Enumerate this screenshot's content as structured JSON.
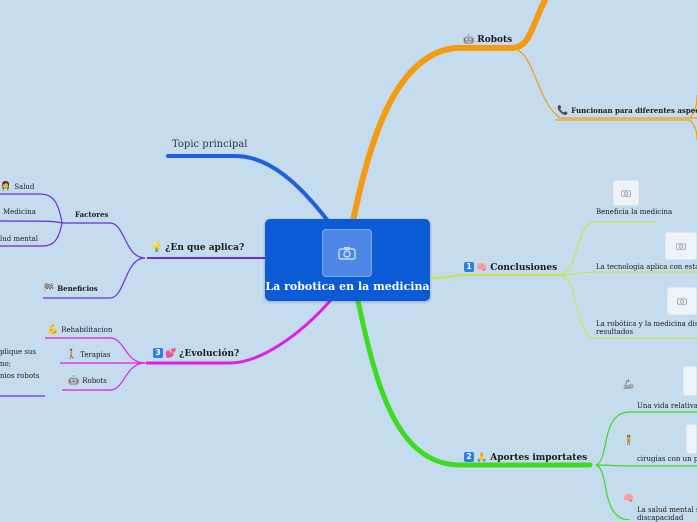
{
  "center": {
    "title": "La robotica en la medicina",
    "icon": "camera-icon"
  },
  "branches": {
    "robots": {
      "label": "Robots",
      "icon": "robot-icon",
      "sub": {
        "funcionan": {
          "label": "Funcionan para diferentes aspectos",
          "icon": "phone-icon"
        }
      }
    },
    "conclusiones": {
      "number": "1",
      "label": "Conclusiones",
      "icon": "brain-icon",
      "sub": {
        "c1": "Beneficia la medicina",
        "c2": "La tecnologia aplica con estas cienc",
        "c3a": "La robótica y la medicina distintas p",
        "c3b": "resultados"
      }
    },
    "aportes": {
      "number": "2",
      "label": "Aportes importates",
      "icon": "hands-icon",
      "sub": {
        "a1": "Una vida relativame",
        "a2": "cirugias  con un posti",
        "a3a": "La salud mental se co",
        "a3b": "discapacidad"
      }
    },
    "topic": {
      "label": "Topic principal"
    },
    "aplica": {
      "label": "¿En que aplica?",
      "icon": "bulb-icon",
      "sub": {
        "factores": "Factores",
        "salud": "Salud",
        "medicina": "Medicina",
        "salud_mental": "lud mental",
        "beneficios": "Beneficios"
      }
    },
    "evolucion": {
      "number": "3",
      "label": "¿Evolución?",
      "icon": "heart-icon",
      "sub": {
        "rehab": "Rehabilitacion",
        "terapias": "Terapias",
        "robots": "Robots",
        "txt1": "plique sus",
        "txt2": "no;",
        "txt3": "nios robots"
      }
    }
  },
  "colors": {
    "orange": "#f39c12",
    "lime": "#c8e64a",
    "green": "#3ddc1f",
    "blue": "#1f5fe0",
    "purple": "#6b2bd9",
    "magenta": "#e11ee6",
    "center": "#0b5bd6",
    "background": "#c5dcef"
  }
}
